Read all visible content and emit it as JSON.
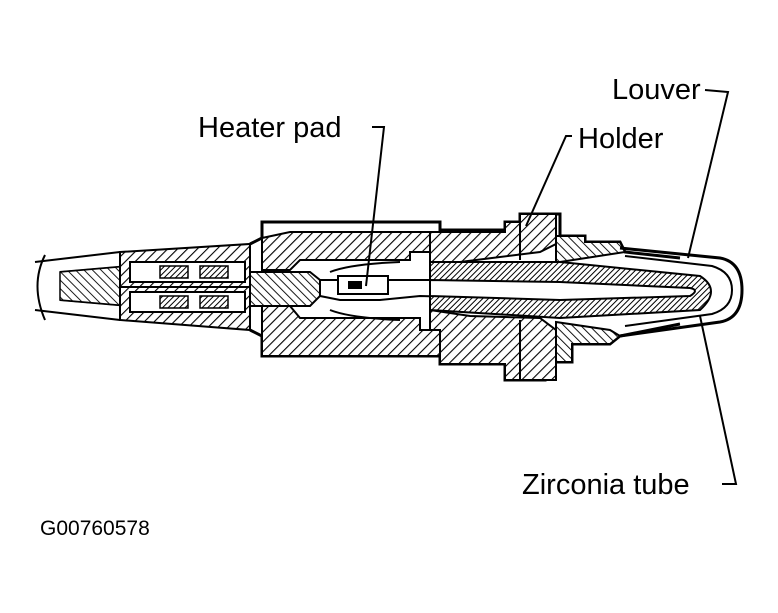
{
  "labels": {
    "louver": "Louver",
    "heater_pad": "Heater pad",
    "holder": "Holder",
    "zirconia_tube": "Zirconia tube"
  },
  "figure_id": "G00760578",
  "colors": {
    "ink": "#000000",
    "background": "#ffffff"
  }
}
